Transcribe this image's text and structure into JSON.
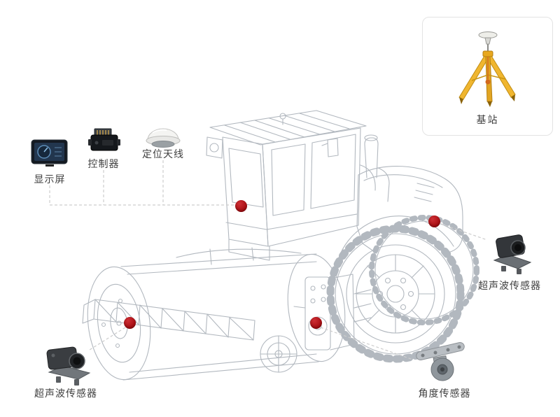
{
  "page": {
    "background": "#ffffff"
  },
  "base_station": {
    "label": "基站"
  },
  "top_devices": [
    {
      "id": "display",
      "label": "显示屏"
    },
    {
      "id": "controller",
      "label": "控制器"
    },
    {
      "id": "antenna",
      "label": "定位天线"
    }
  ],
  "sensors": [
    {
      "id": "ultrasonic-right",
      "label": "超声波传感器"
    },
    {
      "id": "ultrasonic-left",
      "label": "超声波传感器"
    },
    {
      "id": "angle",
      "label": "角度传感器"
    }
  ],
  "markers": [
    {
      "id": "cab-marker"
    },
    {
      "id": "engine-marker"
    },
    {
      "id": "drum-marker"
    },
    {
      "id": "frame-marker"
    }
  ],
  "colors": {
    "marker_red": "#a80e13",
    "connector_gray": "#cdcdcd",
    "lineart_gray": "#b2b8bf",
    "tripod_yellow": "#f0b62f",
    "card_border": "#e3e3e3",
    "label_text": "#3f3f3f"
  }
}
